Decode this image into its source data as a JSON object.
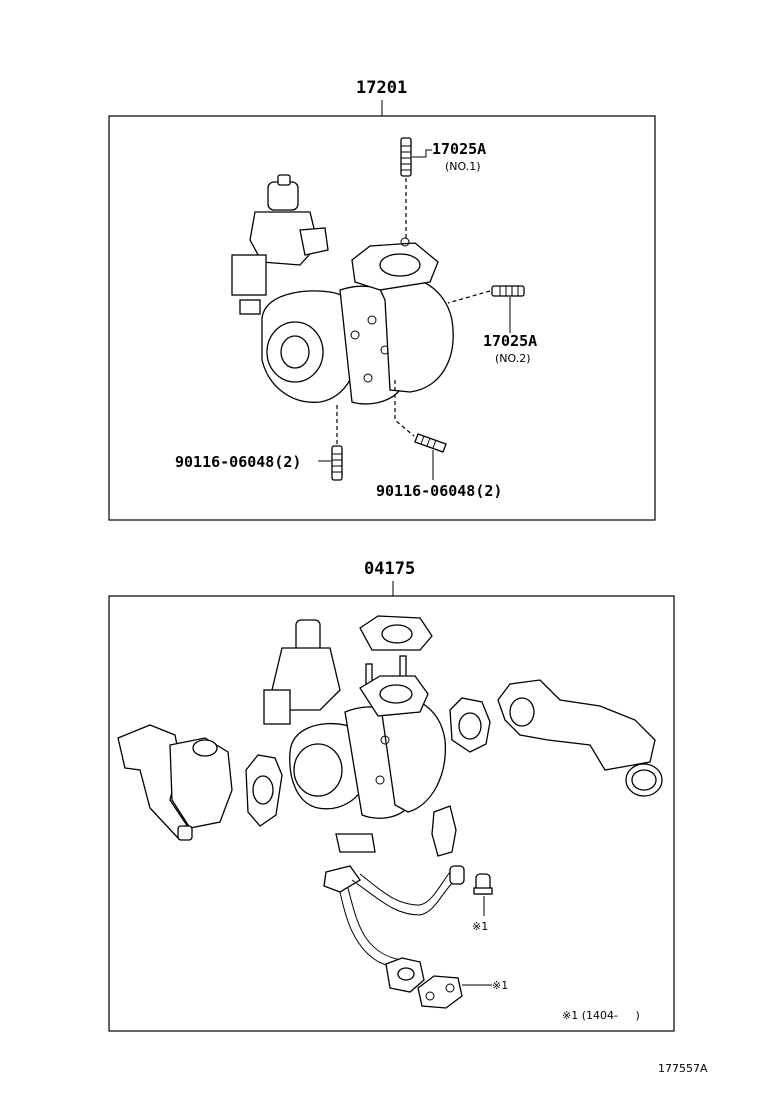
{
  "assemblies": [
    {
      "part_no": "17201",
      "callouts": [
        {
          "part_no": "17025A",
          "note": "(NO.1)"
        },
        {
          "part_no": "17025A",
          "note": "(NO.2)"
        },
        {
          "part_no": "90116-06048(2)"
        },
        {
          "part_no": "90116-06048(2)"
        }
      ]
    },
    {
      "part_no": "04175",
      "callouts": [
        {
          "mark": "※1"
        },
        {
          "mark": "※1"
        }
      ],
      "footnote": "※1 (1404-     )"
    }
  ],
  "diagram_code": "177557A"
}
